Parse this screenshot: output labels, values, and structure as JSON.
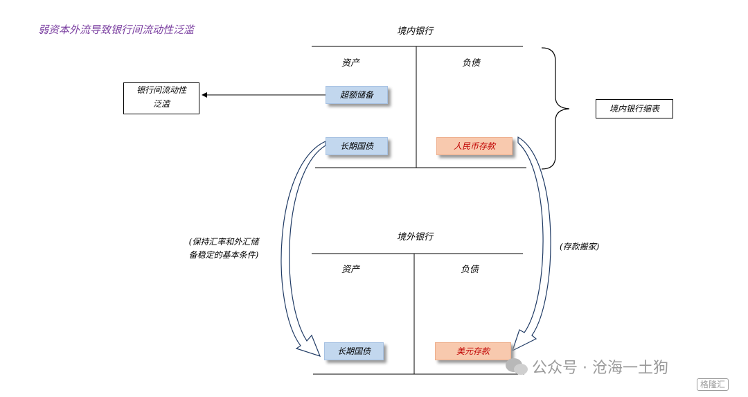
{
  "title": "弱资本外流导致银行间流动性泛滥",
  "domestic_bank": {
    "title": "境内银行",
    "assets_label": "资产",
    "liabilities_label": "负债",
    "excess_reserves": "超额储备",
    "long_term_bonds": "长期国债",
    "rmb_deposits": "人民币存款",
    "brace_label": "境内银行缩表"
  },
  "overseas_bank": {
    "title": "境外银行",
    "assets_label": "资产",
    "liabilities_label": "负债",
    "long_term_bonds": "长期国债",
    "usd_deposits": "美元存款"
  },
  "liquidity_box": {
    "line1": "银行间流动性",
    "line2": "泛滥"
  },
  "left_note": {
    "line1": "(保持汇率和外汇储",
    "line2": "备稳定的基本条件)"
  },
  "right_note": "(存款搬家)",
  "watermark": {
    "text": "公众号 · 沧海一土狗",
    "logo": "格隆汇"
  },
  "colors": {
    "title": "#7a3ea0",
    "blue_box": "#c2d7ee",
    "salmon_box": "#f8c9ae",
    "red_text": "#c00000"
  }
}
